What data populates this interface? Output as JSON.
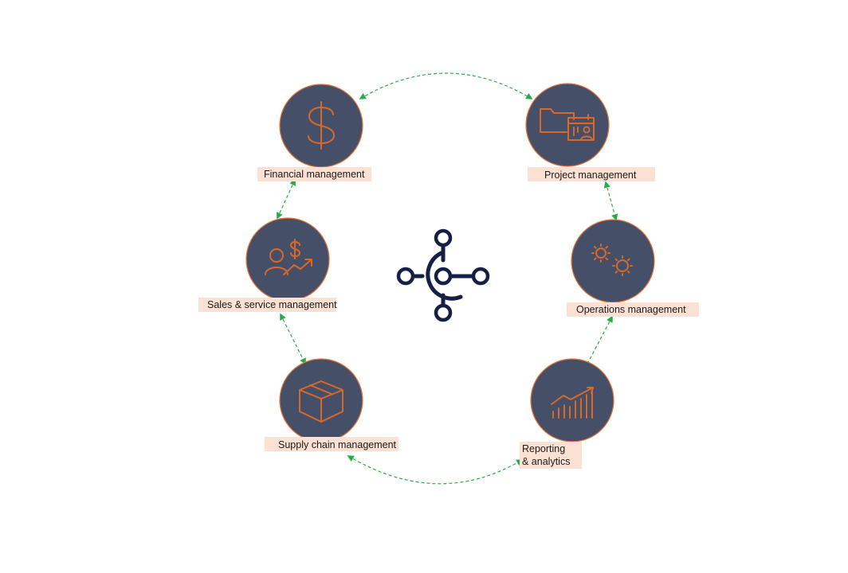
{
  "diagram": {
    "hub_icon": "business-central-hub-icon",
    "colors": {
      "node_fill": "#455068",
      "node_outline": "#e5753a",
      "icon": "#d9692a",
      "connector": "#2aab4a",
      "label_background": "#fbe1d3",
      "hub": "#162044"
    },
    "nodes": [
      {
        "label": "Financial management",
        "icon": "dollar-icon"
      },
      {
        "label": "Project management",
        "icon": "folder-calendar-icon"
      },
      {
        "label": "Sales & service management",
        "icon": "person-dollar-trend-icon"
      },
      {
        "label": "Operations management",
        "icon": "gears-icon"
      },
      {
        "label": "Supply chain management",
        "icon": "box-icon"
      },
      {
        "label_line1": "Reporting",
        "label_line2": "& analytics",
        "icon": "bar-chart-trend-icon"
      }
    ]
  }
}
